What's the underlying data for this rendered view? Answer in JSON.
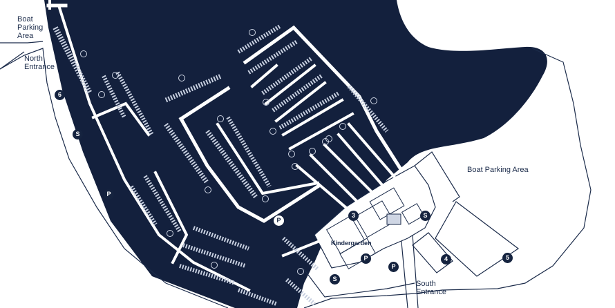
{
  "map": {
    "colors": {
      "water": "#13203d",
      "land": "#ffffff",
      "outline": "#1b2b4a",
      "pier": "#ffffff",
      "berth": "#c8d0e0"
    },
    "labels": {
      "boat_parking_nw": "Boat\nParking\nArea",
      "north_entrance": "North\nEntrance",
      "boat_parking_east": "Boat Parking Area",
      "kindergarden": "Kindergarden",
      "south_entrance": "South\nEntrance"
    },
    "markers": {
      "m6": "6",
      "s_west": "S",
      "p_west": "P",
      "p_water": "P",
      "m3": "3",
      "s_center": "S",
      "p_kinder": "P",
      "p_south": "P",
      "s_south": "S",
      "m4": "4",
      "m5": "5"
    }
  }
}
